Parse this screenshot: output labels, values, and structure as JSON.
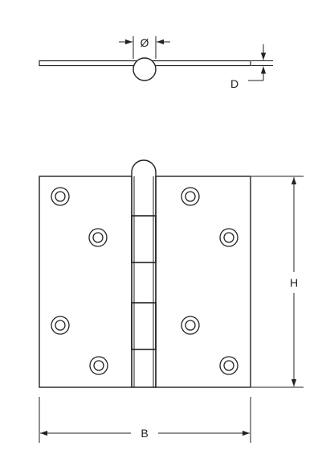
{
  "diagram": {
    "type": "butt-hinge-technical-drawing",
    "labels": {
      "diameter": "Ø",
      "thickness": "D",
      "height": "H",
      "width": "B"
    },
    "colors": {
      "line": "#222222",
      "background": "#ffffff"
    }
  }
}
